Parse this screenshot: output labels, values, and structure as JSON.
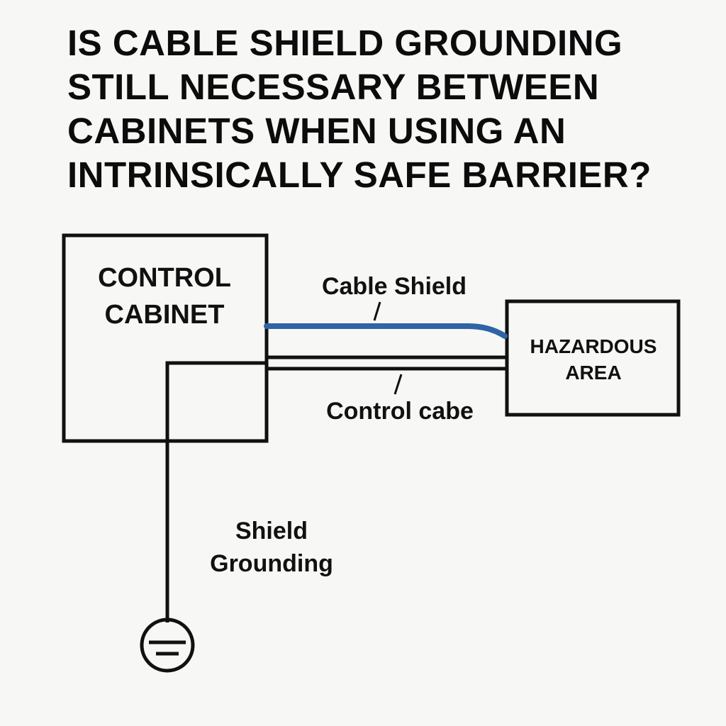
{
  "title": {
    "lines": [
      "IS CABLE SHIELD GROUNDING",
      "STILL NECESSARY BETWEEN",
      "CABINETS WHEN USING AN",
      "INTRINSICALLY SAFE BARRIER?"
    ]
  },
  "diagram": {
    "control_cabinet": {
      "lines": [
        "CONTROL",
        "CABINET"
      ]
    },
    "hazardous_area": {
      "lines": [
        "HAZARDOUS",
        "AREA"
      ]
    },
    "cable_shield_label": "Cable Shield",
    "control_cable_label": "Control cabe",
    "shield_grounding_label": {
      "lines": [
        "Shield",
        "Grounding"
      ]
    },
    "colors": {
      "shield_line": "#2f64a6",
      "stroke": "#111111",
      "background": "#f7f7f5"
    },
    "icons": [
      "ground-symbol-icon"
    ]
  }
}
